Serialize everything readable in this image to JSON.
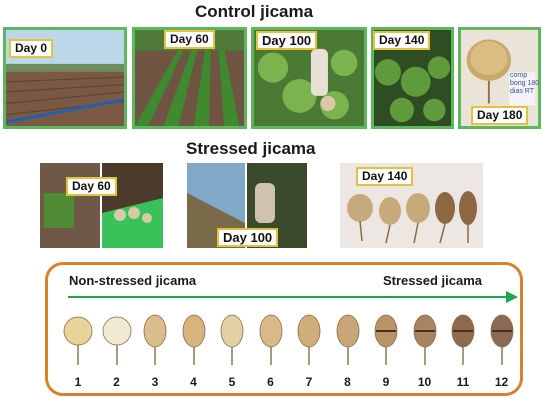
{
  "control": {
    "title": "Control jicama",
    "days": [
      "Day 0",
      "Day 60",
      "Day 100",
      "Day 140",
      "Day 180"
    ],
    "photo_note": "comp bong 180 dias RT"
  },
  "stressed": {
    "title": "Stressed jicama",
    "days": [
      "Day 60",
      "Day 100",
      "Day 140"
    ]
  },
  "comparison": {
    "left_label": "Non-stressed jicama",
    "right_label": "Stressed jicama",
    "arrow_color": "#1fa64a",
    "numbers": [
      "1",
      "2",
      "3",
      "4",
      "5",
      "6",
      "7",
      "8",
      "9",
      "10",
      "11",
      "12"
    ]
  },
  "colors": {
    "panel_border": "#d9822b",
    "photo_border": "#5cb85c",
    "label_border": "#e8c13a"
  }
}
